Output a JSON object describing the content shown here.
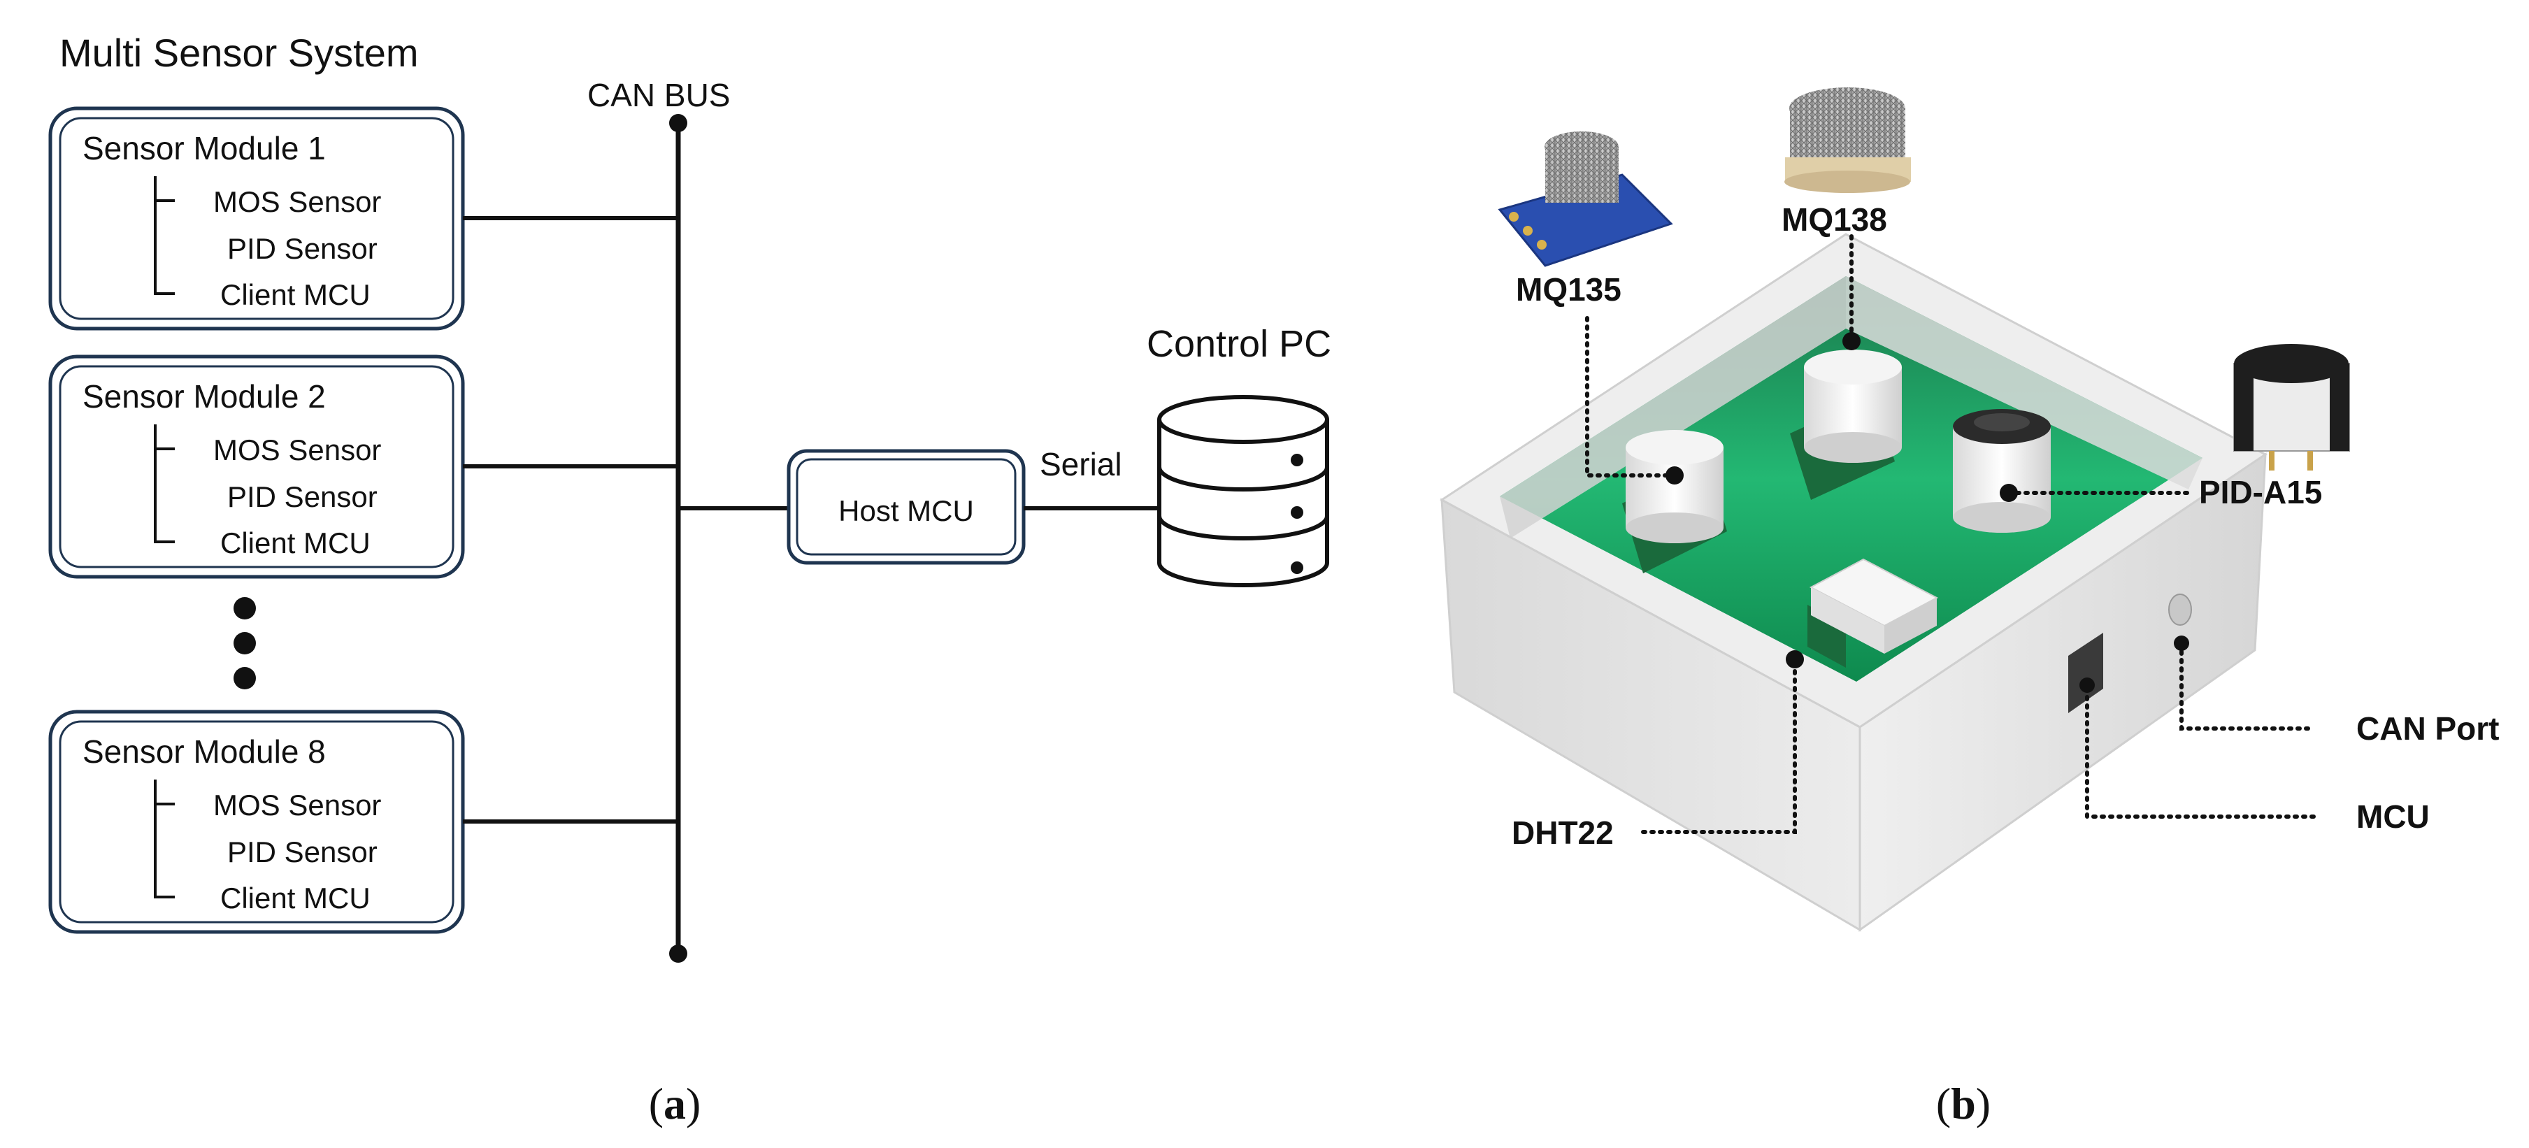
{
  "panel_a": {
    "title": "Multi Sensor System",
    "bus_label": "CAN BUS",
    "modules": [
      {
        "name": "Sensor Module 1",
        "items": [
          "MOS Sensor",
          "PID Sensor",
          "Client MCU"
        ]
      },
      {
        "name": "Sensor Module 2",
        "items": [
          "MOS Sensor",
          "PID Sensor",
          "Client MCU"
        ]
      },
      {
        "name": "Sensor Module 8",
        "items": [
          "MOS Sensor",
          "PID Sensor",
          "Client MCU"
        ]
      }
    ],
    "host_label": "Host MCU",
    "link_label": "Serial",
    "pc_label": "Control PC",
    "caption_letter": "a"
  },
  "panel_b": {
    "callouts": {
      "mq135": "MQ135",
      "mq138": "MQ138",
      "pid": "PID-A15",
      "dht": "DHT22",
      "can": "CAN Port",
      "mcu": "MCU"
    },
    "caption_letter": "b"
  },
  "colors": {
    "line": "#111111",
    "module_border": "#1f3550",
    "pcb_green": "#1fae6a",
    "enclosure": "#e4e4e4"
  }
}
